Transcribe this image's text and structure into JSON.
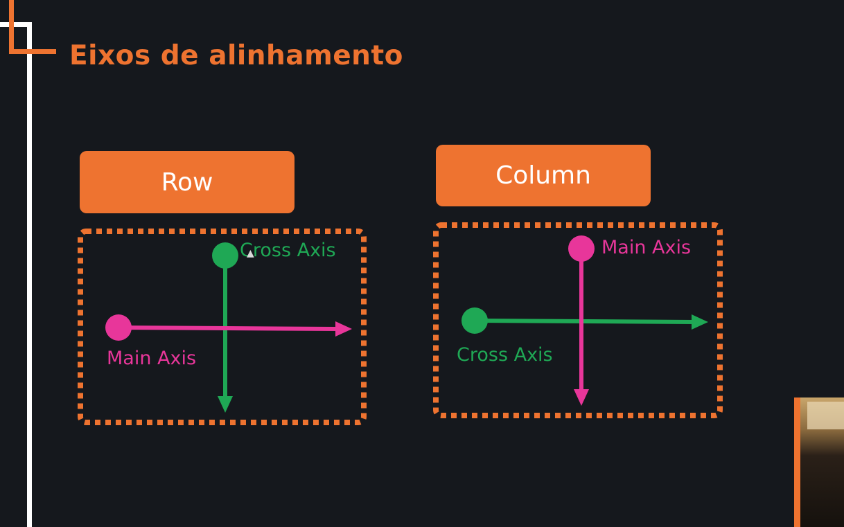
{
  "title": "Eixos de alinhamento",
  "row_label": "Row",
  "column_label": "Column",
  "row_diagram": {
    "cross_axis_label": "Cross Axis",
    "main_axis_label": "Main Axis"
  },
  "column_diagram": {
    "main_axis_label": "Main Axis",
    "cross_axis_label": "Cross Axis"
  },
  "colors": {
    "background": "#15181d",
    "accent": "#ee7330",
    "main_axis": "#e8369a",
    "cross_axis": "#1fa855",
    "frame": "#ffffff"
  }
}
